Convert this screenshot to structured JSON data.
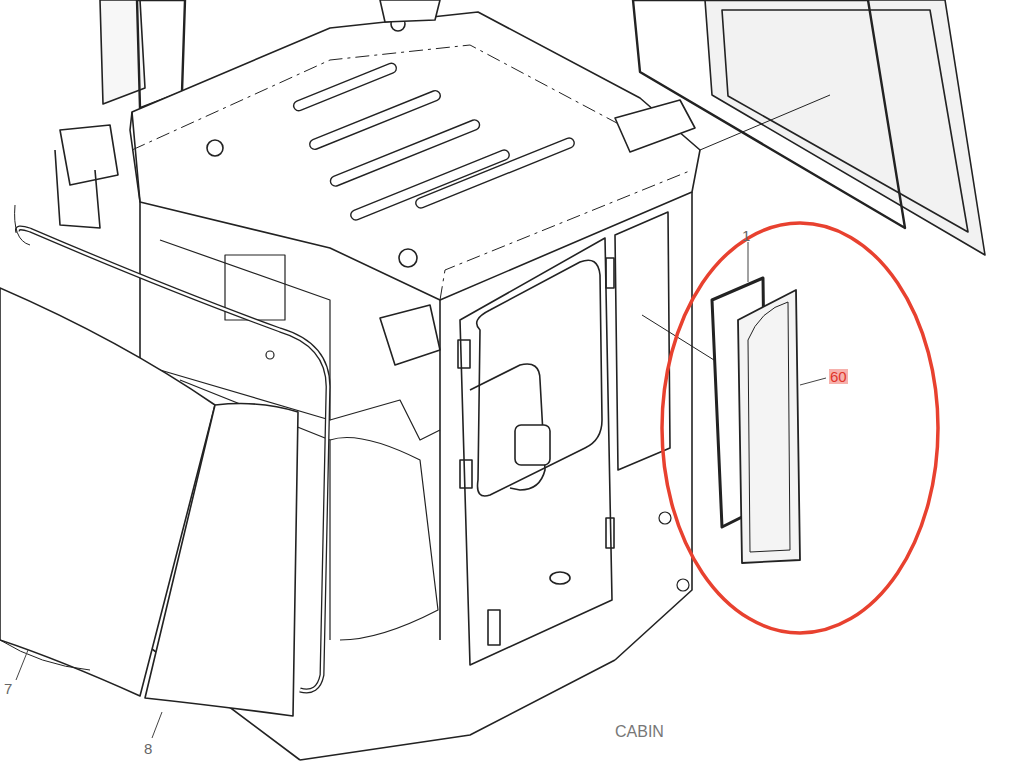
{
  "diagram": {
    "labels": [
      "1",
      "60",
      "7",
      "8",
      "CABIN"
    ]
  }
}
